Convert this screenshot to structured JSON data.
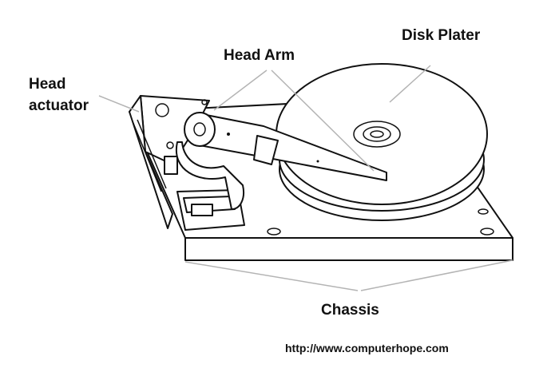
{
  "labels": {
    "disk_plater": "Disk Plater",
    "head_arm": "Head Arm",
    "head_actuator_line1": "Head",
    "head_actuator_line2": "actuator",
    "chassis": "Chassis"
  },
  "source_url": "http://www.computerhope.com",
  "colors": {
    "ink": "#111111",
    "leader": "#b4b4b4",
    "background": "#ffffff"
  }
}
